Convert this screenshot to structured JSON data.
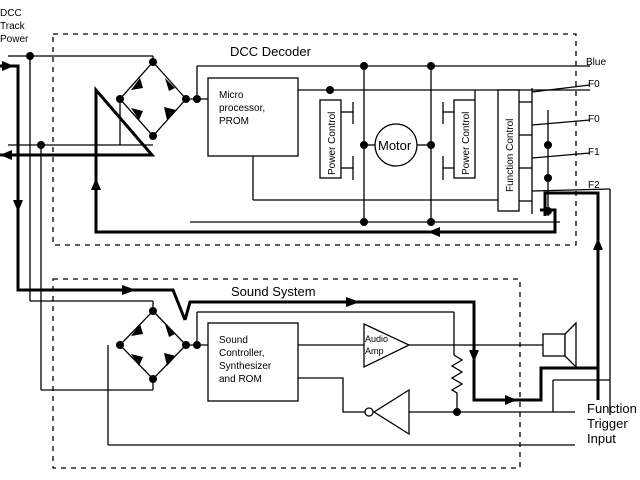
{
  "labels": {
    "dcc_track_power": [
      "DCC",
      "Track",
      "Power"
    ],
    "dcc_decoder": "DCC Decoder",
    "sound_system": "Sound System",
    "micro": [
      "Micro",
      "processor,",
      "PROM"
    ],
    "power_control_left": "Power Control",
    "power_control_right": "Power Control",
    "motor": "Motor",
    "function_control": "Function Control",
    "outputs": [
      "Blue",
      "F0",
      "F0",
      "F1",
      "F2"
    ],
    "sound_controller": [
      "Sound",
      "Controller,",
      "Synthesizer",
      "and ROM"
    ],
    "audio_amp": [
      "Audio",
      "Amp"
    ],
    "function_trigger": [
      "Function",
      "Trigger",
      "Input"
    ]
  },
  "colors": {
    "line": "#000000",
    "background": "#ffffff"
  }
}
